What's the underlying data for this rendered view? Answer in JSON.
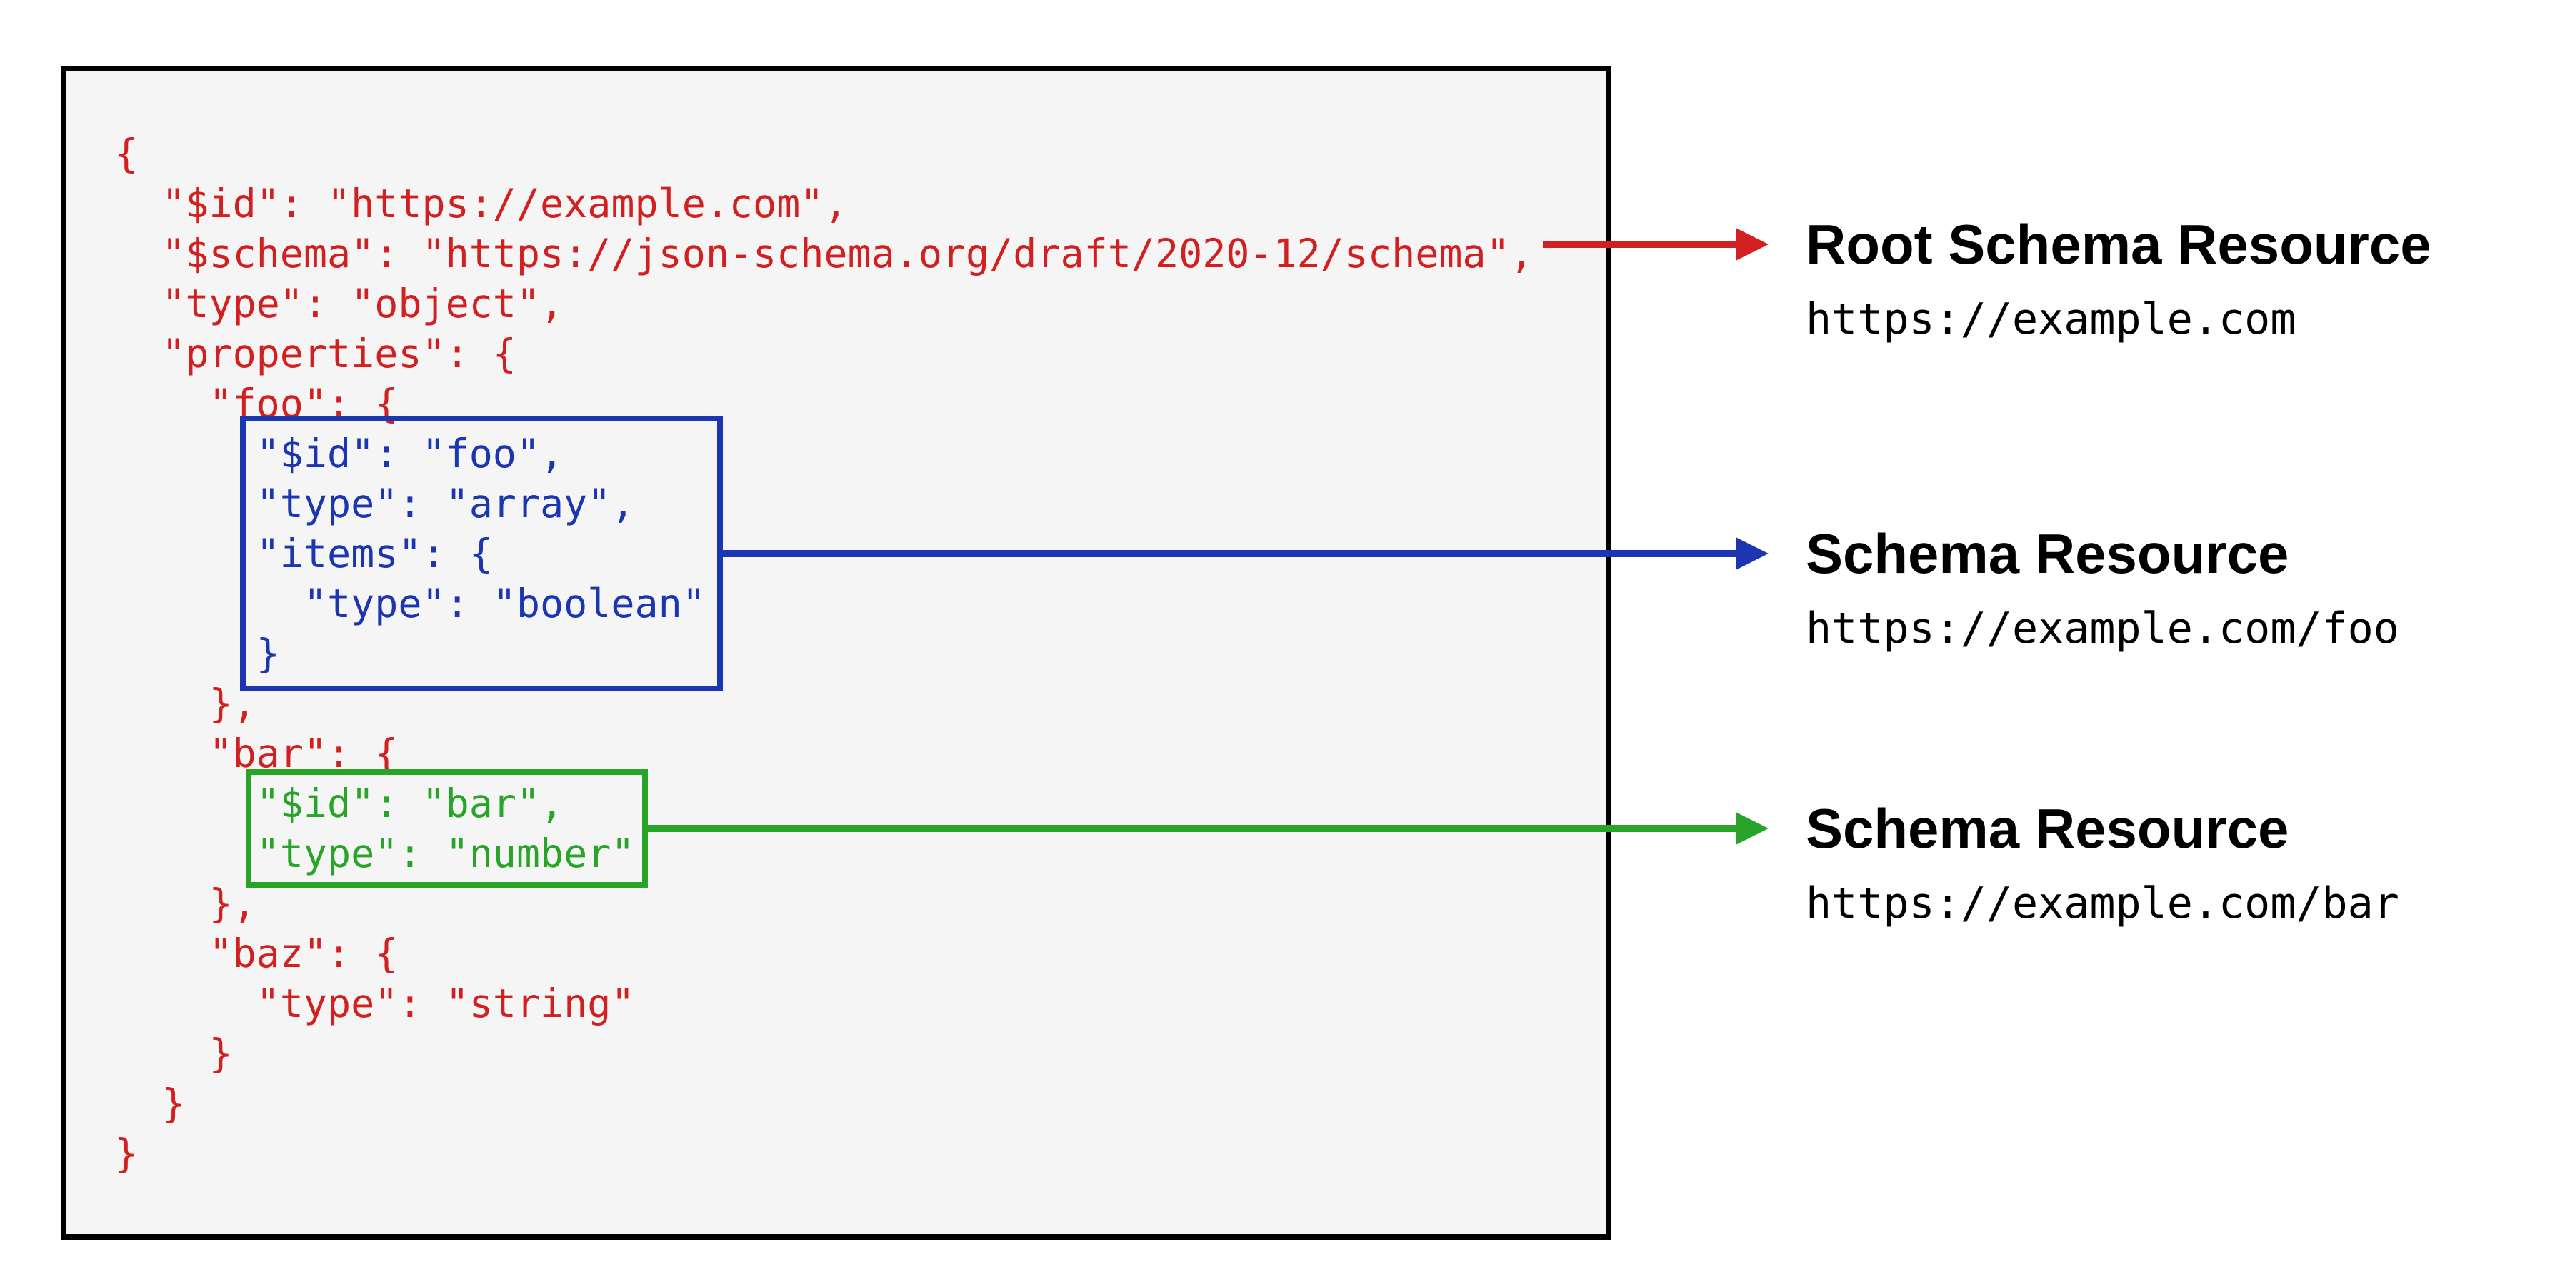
{
  "code": {
    "lines": [
      {
        "text": "{",
        "color": "red"
      },
      {
        "text": "  \"$id\": \"https://example.com\",",
        "color": "red"
      },
      {
        "text": "  \"$schema\": \"https://json-schema.org/draft/2020-12/schema\",",
        "color": "red"
      },
      {
        "text": "  \"type\": \"object\",",
        "color": "red"
      },
      {
        "text": "  \"properties\": {",
        "color": "red"
      },
      {
        "text": "    \"foo\": {",
        "color": "red"
      },
      {
        "text": "      \"$id\": \"foo\",",
        "color": "blue"
      },
      {
        "text": "      \"type\": \"array\",",
        "color": "blue"
      },
      {
        "text": "      \"items\": {",
        "color": "blue"
      },
      {
        "text": "        \"type\": \"boolean\"",
        "color": "blue"
      },
      {
        "text": "      }",
        "color": "blue"
      },
      {
        "text": "    },",
        "color": "red"
      },
      {
        "text": "    \"bar\": {",
        "color": "red"
      },
      {
        "text": "      \"$id\": \"bar\",",
        "color": "green"
      },
      {
        "text": "      \"type\": \"number\"",
        "color": "green"
      },
      {
        "text": "    },",
        "color": "red"
      },
      {
        "text": "    \"baz\": {",
        "color": "red"
      },
      {
        "text": "      \"type\": \"string\"",
        "color": "red"
      },
      {
        "text": "    }",
        "color": "red"
      },
      {
        "text": "  }",
        "color": "red"
      },
      {
        "text": "}",
        "color": "red"
      }
    ]
  },
  "callouts": {
    "root": {
      "title": "Root Schema Resource",
      "url": "https://example.com"
    },
    "foo": {
      "title": "Schema Resource",
      "url": "https://example.com/foo"
    },
    "bar": {
      "title": "Schema Resource",
      "url": "https://example.com/bar"
    }
  },
  "colors": {
    "code_red": "#d21f1f",
    "resource_blue": "#1b36b0",
    "resource_green": "#28a428",
    "panel_background": "#f5f5f5",
    "panel_border": "#000000",
    "callout_text": "#000000"
  }
}
